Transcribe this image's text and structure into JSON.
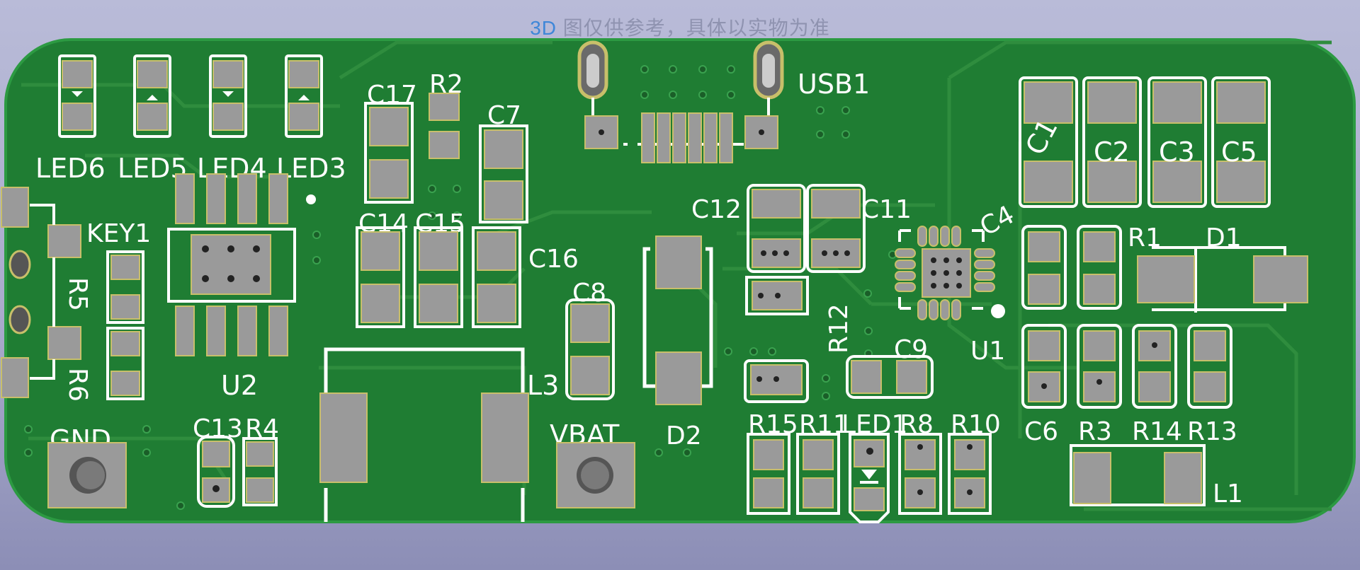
{
  "caption": {
    "prefix": "3D",
    "text": "图仅供参考，具体以实物为准"
  },
  "colors": {
    "board": "#1f7d33",
    "board_edge": "#2c9a42",
    "trace": "#2f8d3e",
    "silk": "#ffffff",
    "pad": "#999999",
    "pad_rim": "#c8bf6a"
  },
  "labels": {
    "led6": "LED6",
    "led5": "LED5",
    "led4": "LED4",
    "led3": "LED3",
    "key1": "KEY1",
    "r5": "R5",
    "r6": "R6",
    "u2": "U2",
    "gnd": "GND",
    "c13": "C13",
    "r4": "R4",
    "c17": "C17",
    "r2": "R2",
    "c7": "C7",
    "c14": "C14",
    "c15": "C15",
    "c16": "C16",
    "c8": "C8",
    "l3": "L3",
    "vbat": "VBAT",
    "d2": "D2",
    "usb1": "USB1",
    "c12": "C12",
    "c11": "C11",
    "c4": "C4",
    "r12": "R12",
    "c9": "C9",
    "u1": "U1",
    "r15": "R15",
    "r11": "R11",
    "led1": "LED1",
    "r8": "R8",
    "r10": "R10",
    "c1": "C1",
    "c2": "C2",
    "c3": "C3",
    "c5": "C5",
    "r1": "R1",
    "d1": "D1",
    "c6": "C6",
    "r3": "R3",
    "r14": "R14",
    "r13": "R13",
    "l1": "L1"
  }
}
